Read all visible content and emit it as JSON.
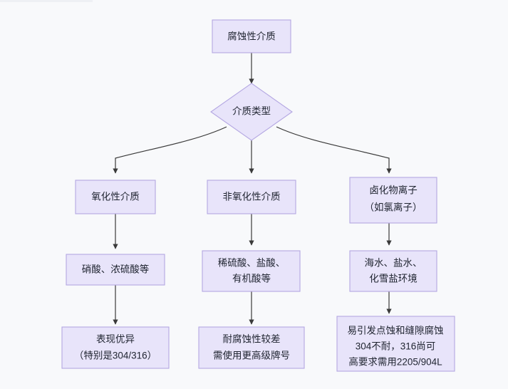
{
  "diagram": {
    "title_node": "腐蚀性介质",
    "decision_node": "介质类型",
    "colors": {
      "background": "#f8f9fb",
      "node_fill": "#e8e4fa",
      "node_border": "#b4a7e2",
      "edge": "#3a3a3a",
      "text": "#1f2430"
    },
    "nodes": {
      "root": {
        "id": "corrosive-medium",
        "shape": "rect",
        "lines": [
          "腐蚀性介质"
        ]
      },
      "decision": {
        "id": "medium-type",
        "shape": "diamond",
        "lines": [
          "介质类型"
        ]
      },
      "branch_a_1": {
        "id": "oxidizing-medium",
        "shape": "rect",
        "lines": [
          "氧化性介质"
        ]
      },
      "branch_a_2": {
        "id": "nitric-concentrated-sulfuric",
        "shape": "rect",
        "lines": [
          "硝酸、浓硫酸等"
        ]
      },
      "branch_a_3": {
        "id": "excellent-performance",
        "shape": "rect",
        "lines": [
          "表现优异",
          "（特别是304/316）"
        ]
      },
      "branch_b_1": {
        "id": "non-oxidizing-medium",
        "shape": "rect",
        "lines": [
          "非氧化性介质"
        ]
      },
      "branch_b_2": {
        "id": "dilute-acids",
        "shape": "rect",
        "lines": [
          "稀硫酸、盐酸、",
          "有机酸等"
        ]
      },
      "branch_b_3": {
        "id": "poor-corrosion-resistance",
        "shape": "rect",
        "lines": [
          "耐腐蚀性较差",
          "需使用更高级牌号"
        ]
      },
      "branch_c_1": {
        "id": "halide-ions",
        "shape": "rect",
        "lines": [
          "卤化物离子",
          "（如氯离子）"
        ]
      },
      "branch_c_2": {
        "id": "seawater-brine",
        "shape": "rect",
        "lines": [
          "海水、盐水、",
          "化雪盐环境"
        ]
      },
      "branch_c_3": {
        "id": "pitting-crevice-corrosion",
        "shape": "rect",
        "lines": [
          "易引发点蚀和缝隙腐蚀",
          "304不耐，316尚可",
          "高要求需用2205/904L"
        ]
      }
    }
  }
}
